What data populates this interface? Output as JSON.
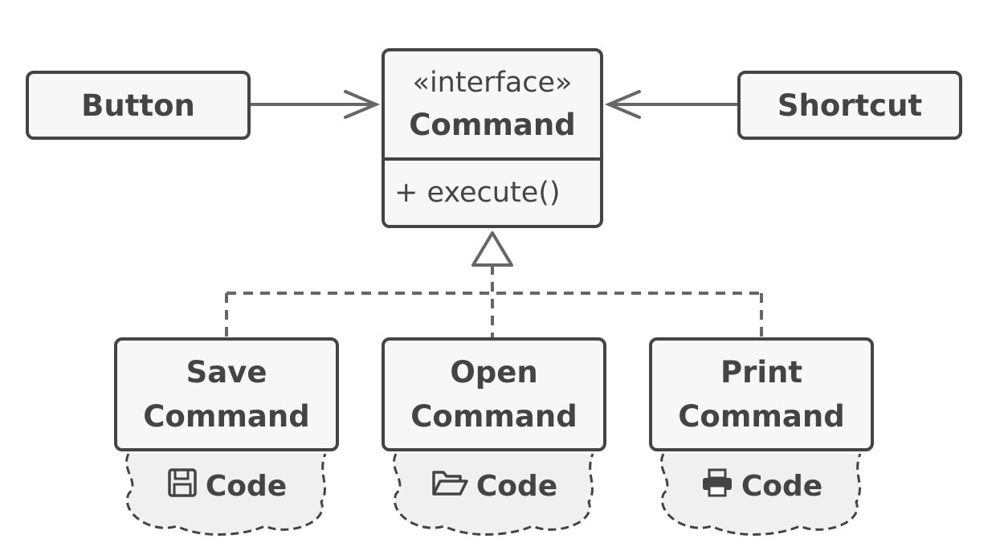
{
  "interface": {
    "stereotype": "«interface»",
    "name": "Command",
    "method": "+ execute()"
  },
  "invokers": [
    {
      "id": "button",
      "label": "Button"
    },
    {
      "id": "shortcut",
      "label": "Shortcut"
    }
  ],
  "commands": [
    {
      "id": "save",
      "line1": "Save",
      "line2": "Command",
      "code_label": "Code",
      "code_icon": "floppy-disk-icon"
    },
    {
      "id": "open",
      "line1": "Open",
      "line2": "Command",
      "code_label": "Code",
      "code_icon": "folder-open-icon"
    },
    {
      "id": "print",
      "line1": "Print",
      "line2": "Command",
      "code_label": "Code",
      "code_icon": "printer-icon"
    }
  ],
  "colors": {
    "stroke": "#444444",
    "connector": "#666666",
    "fill": "#f7f7f7",
    "background": "#ffffff"
  }
}
